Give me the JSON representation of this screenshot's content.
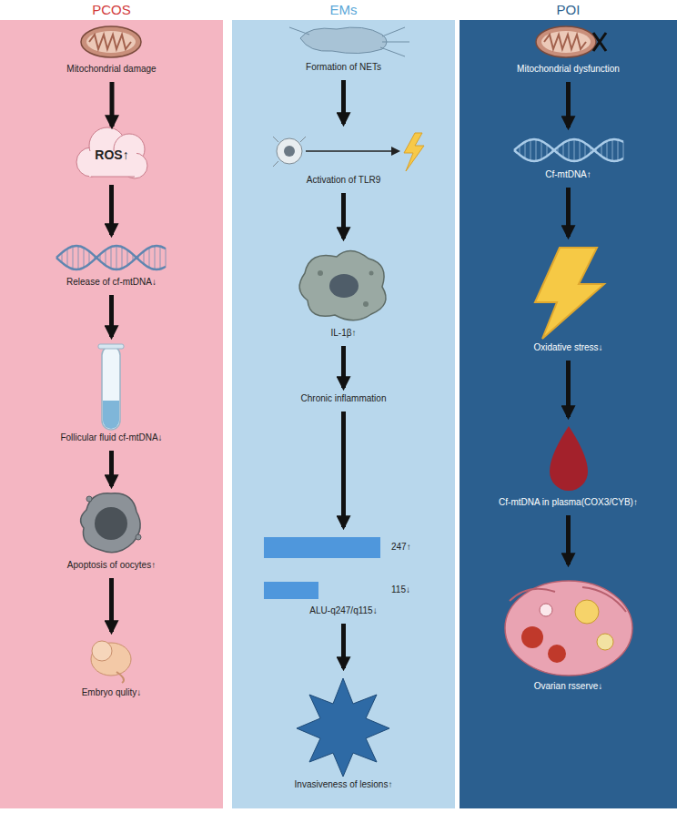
{
  "diagram": {
    "nodes": [
      {
        "text": [
          "PCOS"
        ]
      },
      {
        "text": [
          "Mitochondrial damage"
        ],
        "in": 0
      },
      {
        "text": [
          "ROS↑"
        ],
        "in": 0
      },
      {
        "text": [
          "Release of cf-mtDNA↓"
        ],
        "in": 0
      },
      {
        "text": [
          "Follicular fluid cf-mtDNA↓"
        ],
        "in": 0
      },
      {
        "text": [
          "Apoptosis of oocytes↑"
        ],
        "in": 0
      },
      {
        "text": [
          "Embryo qulity↓"
        ],
        "in": 0
      },
      {
        "text": [
          "EMs"
        ]
      },
      {
        "text": [
          "Formation of NETs"
        ],
        "in": 7
      },
      {
        "text": [
          "Activation of TLR9"
        ],
        "in": 7
      },
      {
        "text": [
          "IL-1β↑"
        ],
        "in": 7
      },
      {
        "text": [
          "Chronic inflammation"
        ],
        "in": 7
      },
      {
        "text": [
          "247↑",
          "115↓",
          "ALU-q247/q115↓"
        ],
        "in": 7
      },
      {
        "text": [
          "Invasiveness of lesions↑"
        ],
        "in": 7
      },
      {
        "text": [
          "POI"
        ]
      },
      {
        "text": [
          "Mitochondrial dysfunction"
        ],
        "in": 14
      },
      {
        "text": [
          "Cf-mtDNA↑"
        ],
        "in": 14
      },
      {
        "text": [
          "Oxidative stress↓"
        ],
        "in": 14
      },
      {
        "text": [
          "Cf-mtDNA in plasma(COX3/CYB)↑"
        ],
        "in": 14
      },
      {
        "text": [
          "Ovarian rsserve↓"
        ],
        "in": 14
      }
    ],
    "edges": [
      {
        "from": 1,
        "to": 2,
        "arrow": "to"
      },
      {
        "from": 2,
        "to": 3,
        "arrow": "to"
      },
      {
        "from": 3,
        "to": 4,
        "arrow": "to"
      },
      {
        "from": 4,
        "to": 5,
        "arrow": "to"
      },
      {
        "from": 5,
        "to": 6,
        "arrow": "to"
      },
      {
        "from": 8,
        "to": 9,
        "arrow": "to"
      },
      {
        "from": 9,
        "to": 10,
        "arrow": "to"
      },
      {
        "from": 10,
        "to": 11,
        "arrow": "to"
      },
      {
        "from": 11,
        "to": 12,
        "arrow": "to"
      },
      {
        "from": 12,
        "to": 13,
        "arrow": "to"
      },
      {
        "from": 15,
        "to": 16,
        "arrow": "to"
      },
      {
        "from": 16,
        "to": 17,
        "arrow": "to"
      },
      {
        "from": 17,
        "to": 18,
        "arrow": "to"
      },
      {
        "from": 18,
        "to": 19,
        "arrow": "to"
      }
    ]
  }
}
